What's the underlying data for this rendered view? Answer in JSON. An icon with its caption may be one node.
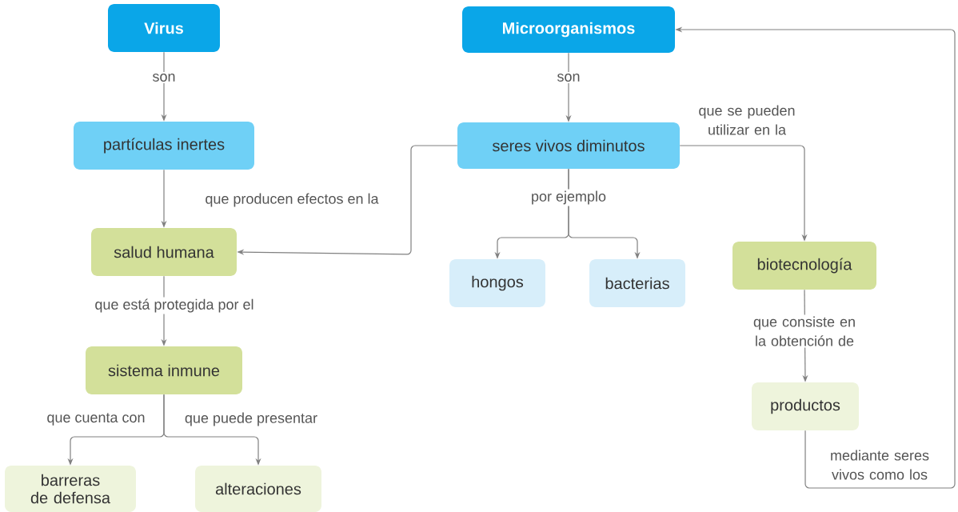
{
  "diagram": {
    "nodes": [
      {
        "text": [
          "Virus"
        ]
      },
      {
        "text": [
          "Microorganismos"
        ]
      },
      {
        "text": [
          "partículas inertes"
        ]
      },
      {
        "text": [
          "seres vivos diminutos"
        ]
      },
      {
        "text": [
          "salud humana"
        ]
      },
      {
        "text": [
          "hongos"
        ]
      },
      {
        "text": [
          "bacterias"
        ]
      },
      {
        "text": [
          "biotecnología"
        ]
      },
      {
        "text": [
          "sistema inmune"
        ]
      },
      {
        "text": [
          "productos"
        ]
      },
      {
        "text": [
          "barreras de defensa"
        ]
      },
      {
        "text": [
          "alteraciones"
        ]
      }
    ],
    "edges": [
      {
        "from": 0,
        "to": 2,
        "arrow": "to",
        "label": "son"
      },
      {
        "from": 1,
        "to": 3,
        "arrow": "to",
        "label": "son"
      },
      {
        "from": 2,
        "to": 4,
        "arrow": "to"
      },
      {
        "from": 3,
        "to": 4,
        "arrow": "to",
        "label": "que producen efectos en la"
      },
      {
        "from": 3,
        "to": 5,
        "arrow": "to",
        "label": "por ejemplo"
      },
      {
        "from": 3,
        "to": 6,
        "arrow": "to"
      },
      {
        "from": 3,
        "to": 7,
        "arrow": "to",
        "label": "que se pueden utilizar en la"
      },
      {
        "from": 4,
        "to": 8,
        "arrow": "to",
        "label": "que está protegida por el"
      },
      {
        "from": 7,
        "to": 9,
        "arrow": "to",
        "label": "que consiste en la obtención de"
      },
      {
        "from": 8,
        "to": 10,
        "arrow": "to",
        "label": "que cuenta con"
      },
      {
        "from": 8,
        "to": 11,
        "arrow": "to",
        "label": "que puede presentar"
      },
      {
        "from": 9,
        "to": 1,
        "arrow": "to",
        "label": "mediante seres vivos como los"
      }
    ]
  }
}
